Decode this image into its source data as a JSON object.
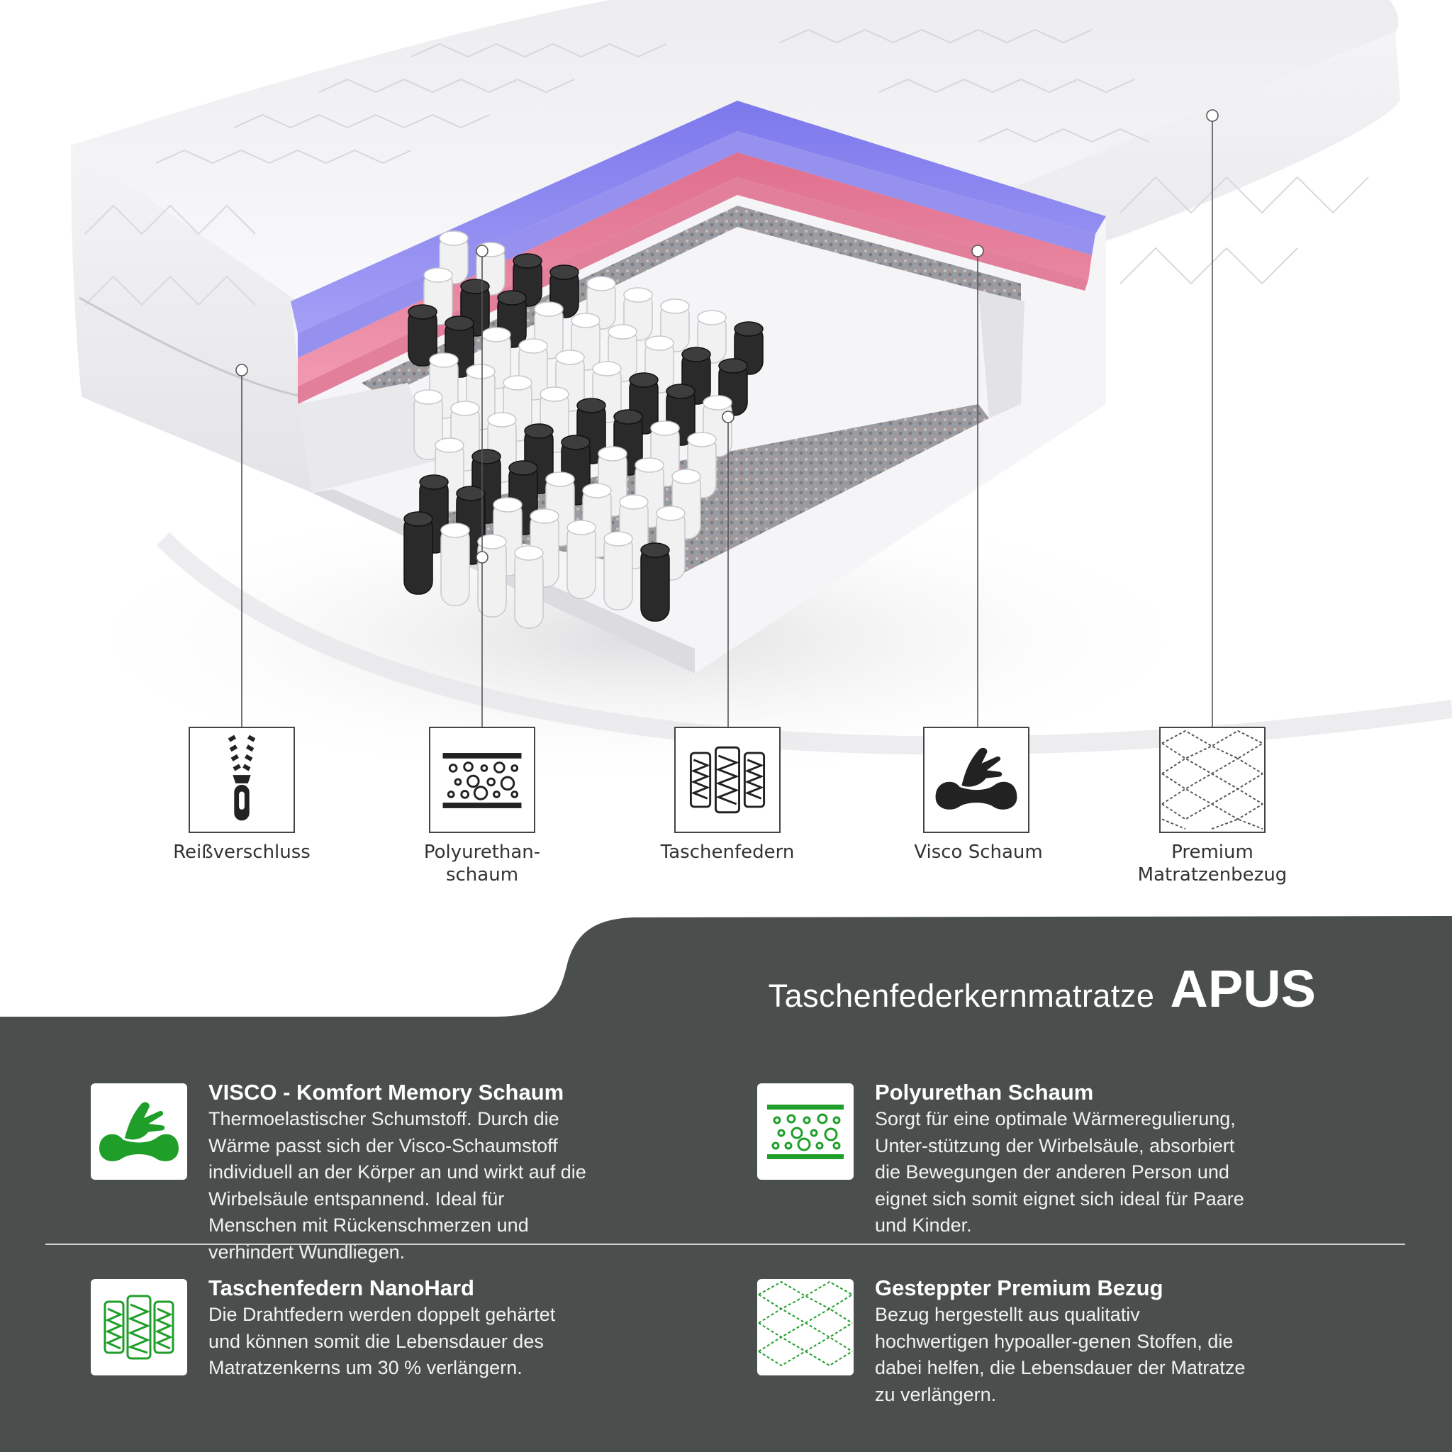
{
  "callouts": [
    {
      "name": "zipper",
      "label": "Reißverschluss",
      "icon": "zipper-icon"
    },
    {
      "name": "polyurethane",
      "label": "Polyurethan-\nschaum",
      "icon": "foam-bubbles-icon"
    },
    {
      "name": "pocket-springs",
      "label": "Taschenfedern",
      "icon": "pocket-springs-icon"
    },
    {
      "name": "visco",
      "label": "Visco Schaum",
      "icon": "hand-foam-icon"
    },
    {
      "name": "cover",
      "label": "Premium\nMatratzenbezug",
      "icon": "quilted-cover-icon"
    }
  ],
  "product": {
    "title_light": "Taschenfederkernmatratze",
    "title_bold": "APUS"
  },
  "features": [
    {
      "title": "VISCO - Komfort Memory Schaum",
      "body": "Thermoelastischer Schumstoff. Durch die Wärme passt sich der Visco-Schaumstoff individuell an der Körper an und wirkt auf die Wirbelsäule entspannend. Ideal für Menschen mit Rückenschmerzen und verhindert Wundliegen.",
      "icon": "hand-foam-icon"
    },
    {
      "title": "Polyurethan Schaum",
      "body": "Sorgt für eine optimale Wärmeregulierung, Unter-stützung der Wirbelsäule, absorbiert die Bewegungen der anderen Person und eignet sich somit eignet sich ideal für Paare und Kinder.",
      "icon": "foam-bubbles-icon"
    },
    {
      "title": "Taschenfedern NanoHard",
      "body": "Die Drahtfedern werden doppelt gehärtet und können somit die Lebensdauer des Matratzenkerns um 30 % verlängern.",
      "icon": "pocket-springs-icon"
    },
    {
      "title": "Gesteppter Premium Bezug",
      "body": "Bezug hergestellt aus qualitativ hochwertigen hypoaller-genen Stoffen, die dabei helfen, die Lebensdauer der Matratze zu verlängern.",
      "icon": "quilted-cover-icon"
    }
  ],
  "colors": {
    "panel": "#4a4e4d",
    "accent_green": "#1f9f2a",
    "visco_layer": "#8c86f0",
    "pu_layer": "#e77b9a",
    "spring_dark": "#2a2a2a",
    "spring_light": "#f1f1f1"
  }
}
